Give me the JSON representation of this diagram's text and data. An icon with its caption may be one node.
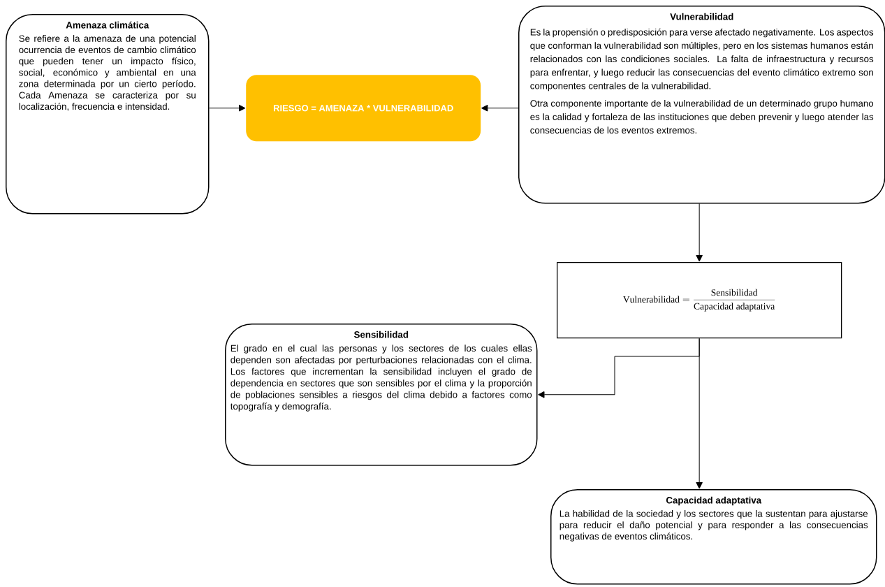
{
  "diagram": {
    "nodes": [
      {
        "text": [
          "Amenaza climática",
          "Se refiere a la amenaza de una potencial ocurrencia de eventos de cambio climático que pueden tener un impacto físico, social, económico y ambiental en una zona determinada por un cierto período. Cada Amenaza se caracteriza por su localización, frecuencia e intensidad."
        ]
      },
      {
        "text": [
          "RIESGO = AMENAZA * VULNERABILIDAD"
        ]
      },
      {
        "text": [
          "Vulnerabilidad",
          "Es la propensión o predisposición para verse afectado negativamente. Los aspectos que conforman la vulnerabilidad son múltiples, pero en los sistemas humanos están relacionados con las condiciones sociales. La falta de infraestructura y recursos para enfrentar, y luego reducir las consecuencias del evento climático extremo son componentes centrales de la vulnerabilidad.",
          "Otra componente importante de la vulnerabilidad de un determinado grupo humano es la calidad y fortaleza de las instituciones que deben prevenir y luego atender las consecuencias de los eventos extremos."
        ]
      },
      {
        "text": [
          "\\mathrm{Vulnerabilidad} = \\frac{\\mathrm{Sensibilidad}}{\\mathrm{Capacidad\\ adaptativa}}"
        ]
      },
      {
        "text": [
          "Sensibilidad",
          "El grado en el cual las personas y los sectores de los cuales ellas dependen son afectadas por perturbaciones relacionadas con el clima. Los factores que incrementan la sensibilidad incluyen el grado de dependencia en sectores que son sensibles por el clima y la proporción de poblaciones sensibles a riesgos del clima debido a factores como topografía y demografía."
        ]
      },
      {
        "text": [
          "Capacidad adaptativa",
          "La habilidad de la sociedad y los sectores que la sustentan para ajustarse para reducir el daño potencial y para responder a las consecuencias negativas de eventos climáticos."
        ]
      }
    ],
    "edges": [
      {
        "from": 0,
        "to": 1,
        "arrow": "to"
      },
      {
        "from": 2,
        "to": 1,
        "arrow": "to"
      },
      {
        "from": 2,
        "to": 3,
        "arrow": "to"
      },
      {
        "from": 3,
        "to": 4,
        "arrow": "to"
      },
      {
        "from": 3,
        "to": 5,
        "arrow": "to"
      }
    ]
  }
}
